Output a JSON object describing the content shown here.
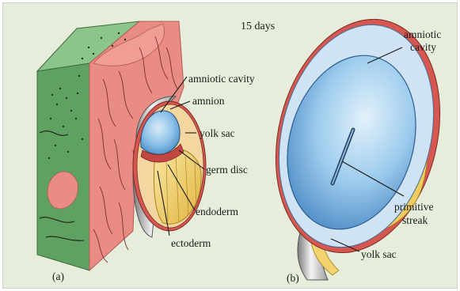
{
  "figure": {
    "title": "15 days",
    "panel_a": {
      "tag": "(a)",
      "labels": {
        "amniotic_cavity": "amniotic cavity",
        "amnion": "amnion",
        "yolk_sac": "yolk sac",
        "germ_disc": "germ disc",
        "endoderm": "endoderm",
        "ectoderm": "ectoderm"
      }
    },
    "panel_b": {
      "tag": "(b)",
      "labels": {
        "amniotic_line1": "amniotic",
        "amniotic_line2": "cavity",
        "primitive_line1": "primitive",
        "primitive_line2": "streak",
        "yolk_sac": "yolk sac"
      }
    }
  },
  "colors": {
    "background": "#e6eedb",
    "green_tissue": "#5d9d5f",
    "pink_tissue": "#e58c84",
    "amnion_blue": "#5f9fd3",
    "yolk_yellow": "#eec95e",
    "membrane_red": "#c9504e"
  }
}
